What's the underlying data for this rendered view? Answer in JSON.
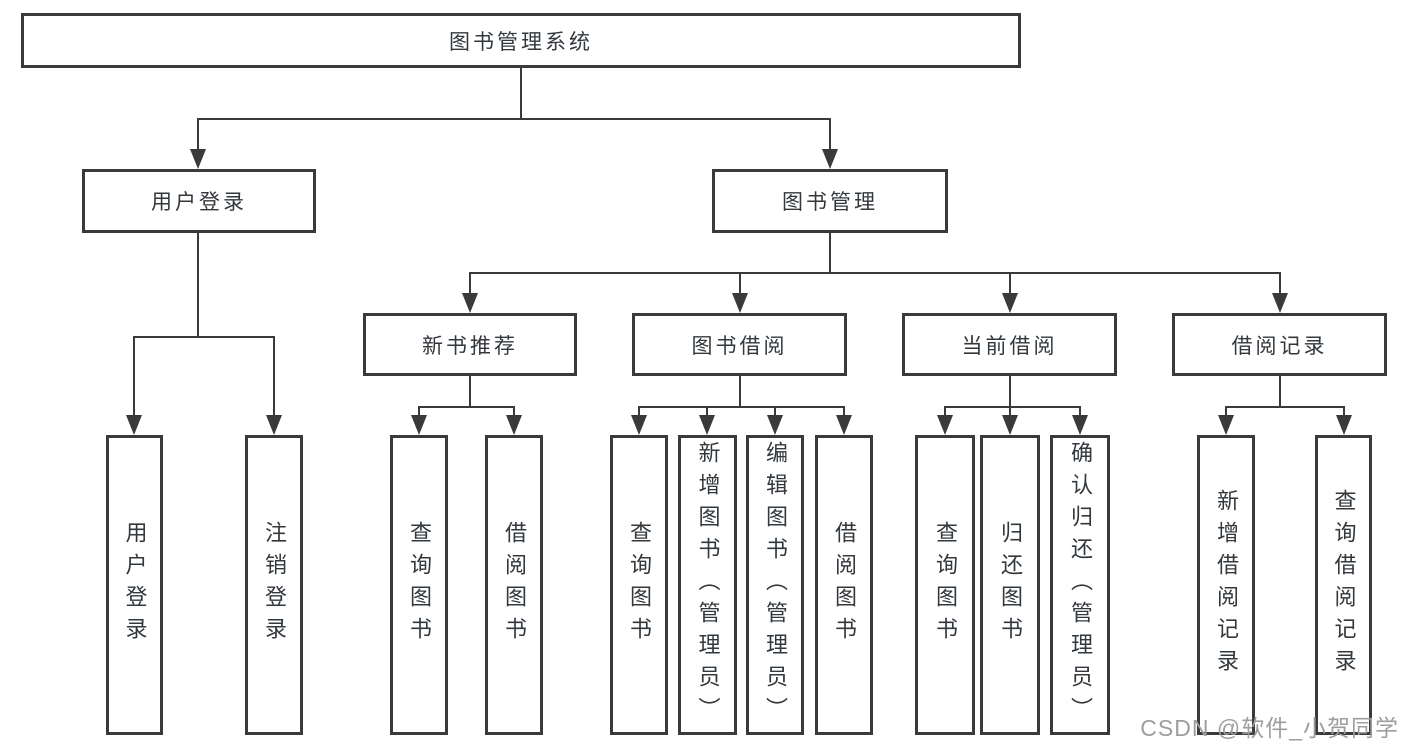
{
  "diagram": {
    "root": {
      "label": "图书管理系统"
    },
    "level2": [
      {
        "label": "用户登录"
      },
      {
        "label": "图书管理"
      }
    ],
    "level3": [
      {
        "label": "新书推荐"
      },
      {
        "label": "图书借阅"
      },
      {
        "label": "当前借阅"
      },
      {
        "label": "借阅记录"
      }
    ],
    "leaves": {
      "user_login": [
        {
          "label": "用户登录"
        },
        {
          "label": "注销登录"
        }
      ],
      "new_book": [
        {
          "label": "查询图书"
        },
        {
          "label": "借阅图书"
        }
      ],
      "book_borrow": [
        {
          "label": "查询图书"
        },
        {
          "label": "新增图书（管理员）"
        },
        {
          "label": "编辑图书（管理员）"
        },
        {
          "label": "借阅图书"
        }
      ],
      "current_borrow": [
        {
          "label": "查询图书"
        },
        {
          "label": "归还图书"
        },
        {
          "label": "确认归还（管理员）"
        }
      ],
      "borrow_records": [
        {
          "label": "新增借阅记录"
        },
        {
          "label": "查询借阅记录"
        }
      ]
    }
  },
  "watermark": "CSDN @软件_小贺同学",
  "colors": {
    "line": "#3a3a3a",
    "text": "#33383d",
    "watermark": "#9e9e9e",
    "background": "#ffffff"
  }
}
